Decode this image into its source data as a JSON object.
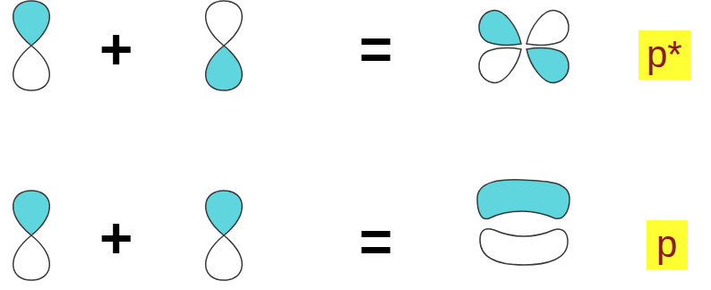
{
  "diagram": {
    "nodes": [
      {
        "text": [
          "p*"
        ]
      },
      {
        "text": [
          "p"
        ]
      }
    ],
    "labels": [
      "+",
      "=",
      "+",
      "="
    ]
  }
}
